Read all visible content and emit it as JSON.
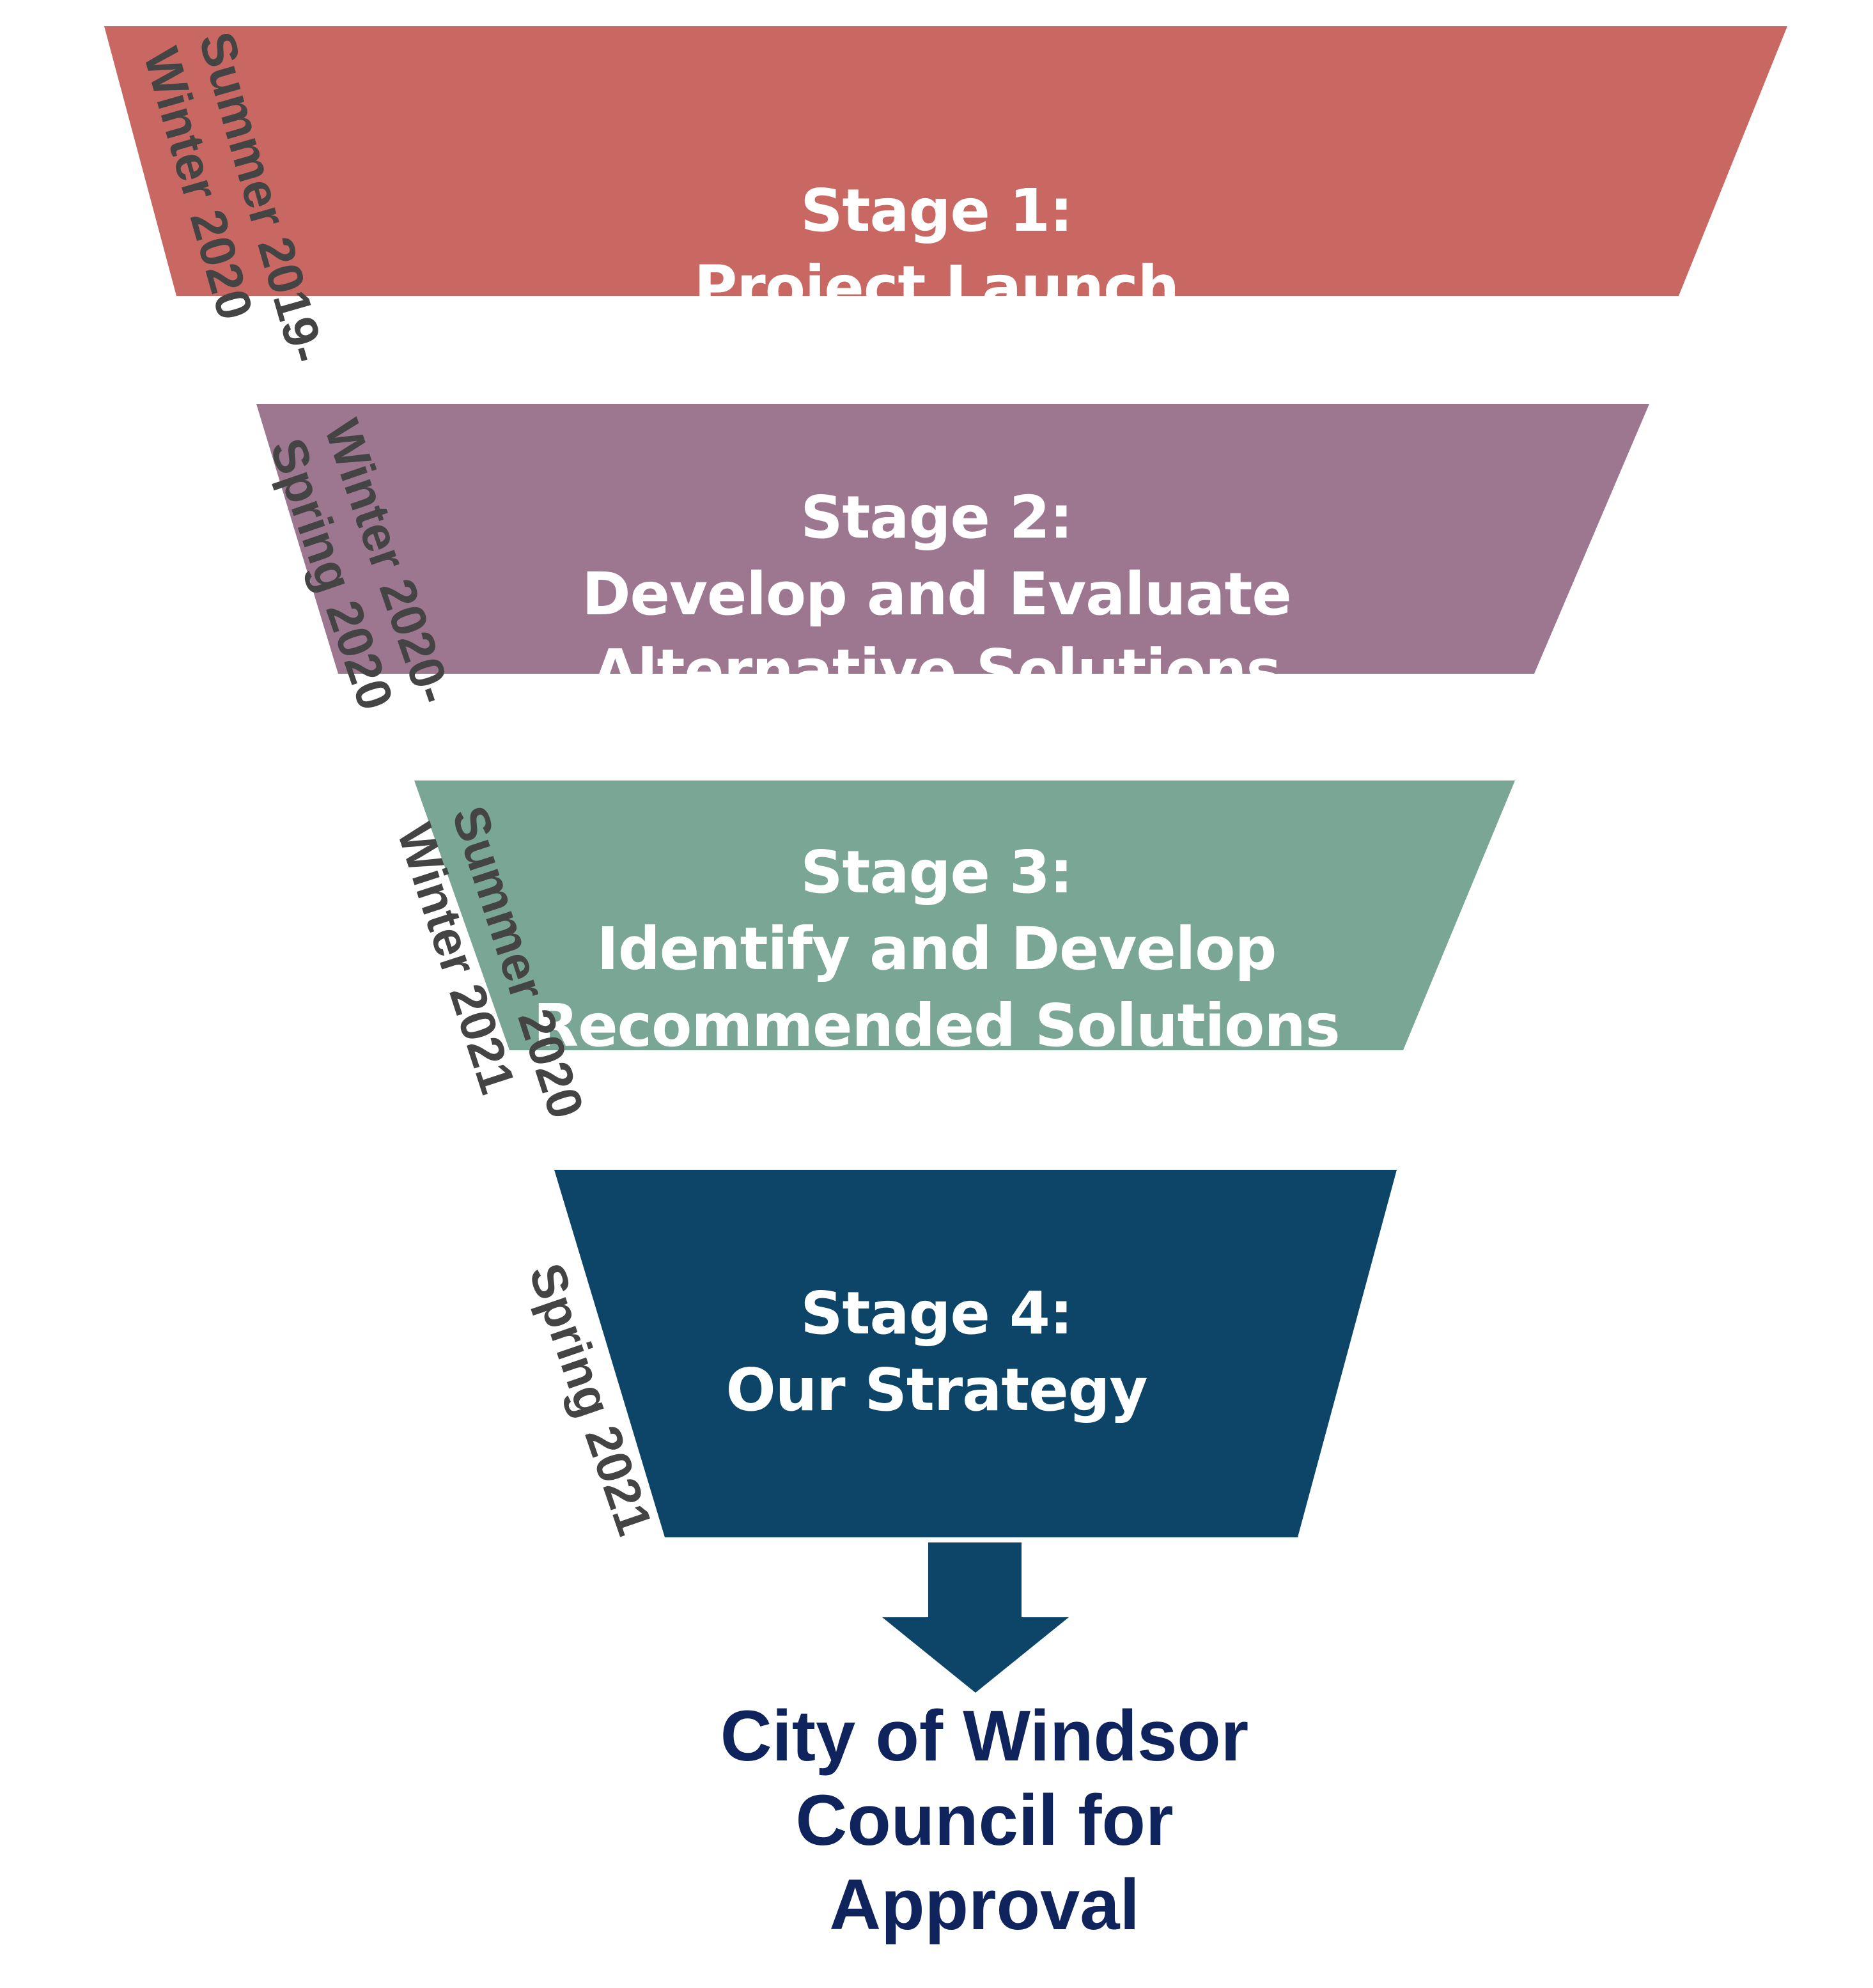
{
  "stages": [
    {
      "id": 1,
      "title": "Stage 1:",
      "subtitle_lines": [
        "Project Launch"
      ],
      "period_lines": [
        "Summer 2019-",
        "Winter 2020"
      ],
      "color": "#c96862"
    },
    {
      "id": 2,
      "title": "Stage 2:",
      "subtitle_lines": [
        "Develop and Evaluate",
        "Alternative Solutions"
      ],
      "period_lines": [
        "Winter 2020-",
        "Spring 2020"
      ],
      "color": "#9d768f"
    },
    {
      "id": 3,
      "title": "Stage 3:",
      "subtitle_lines": [
        "Identify and Develop",
        "Recommended Solutions"
      ],
      "period_lines": [
        "Summer 2020",
        "Winter 2021"
      ],
      "color": "#79a695"
    },
    {
      "id": 4,
      "title": "Stage 4:",
      "subtitle_lines": [
        "Our Strategy"
      ],
      "period_lines": [
        "Spring 2021"
      ],
      "color": "#0c4568"
    }
  ],
  "arrow": {
    "icon": "down-arrow-icon",
    "color": "#0c4568"
  },
  "outcome": {
    "lines": [
      "City of Windsor",
      "Council for",
      "Approval"
    ],
    "color": "#0f245c"
  },
  "date_label_color": "#444444",
  "stage_text_color": "#ffffff"
}
